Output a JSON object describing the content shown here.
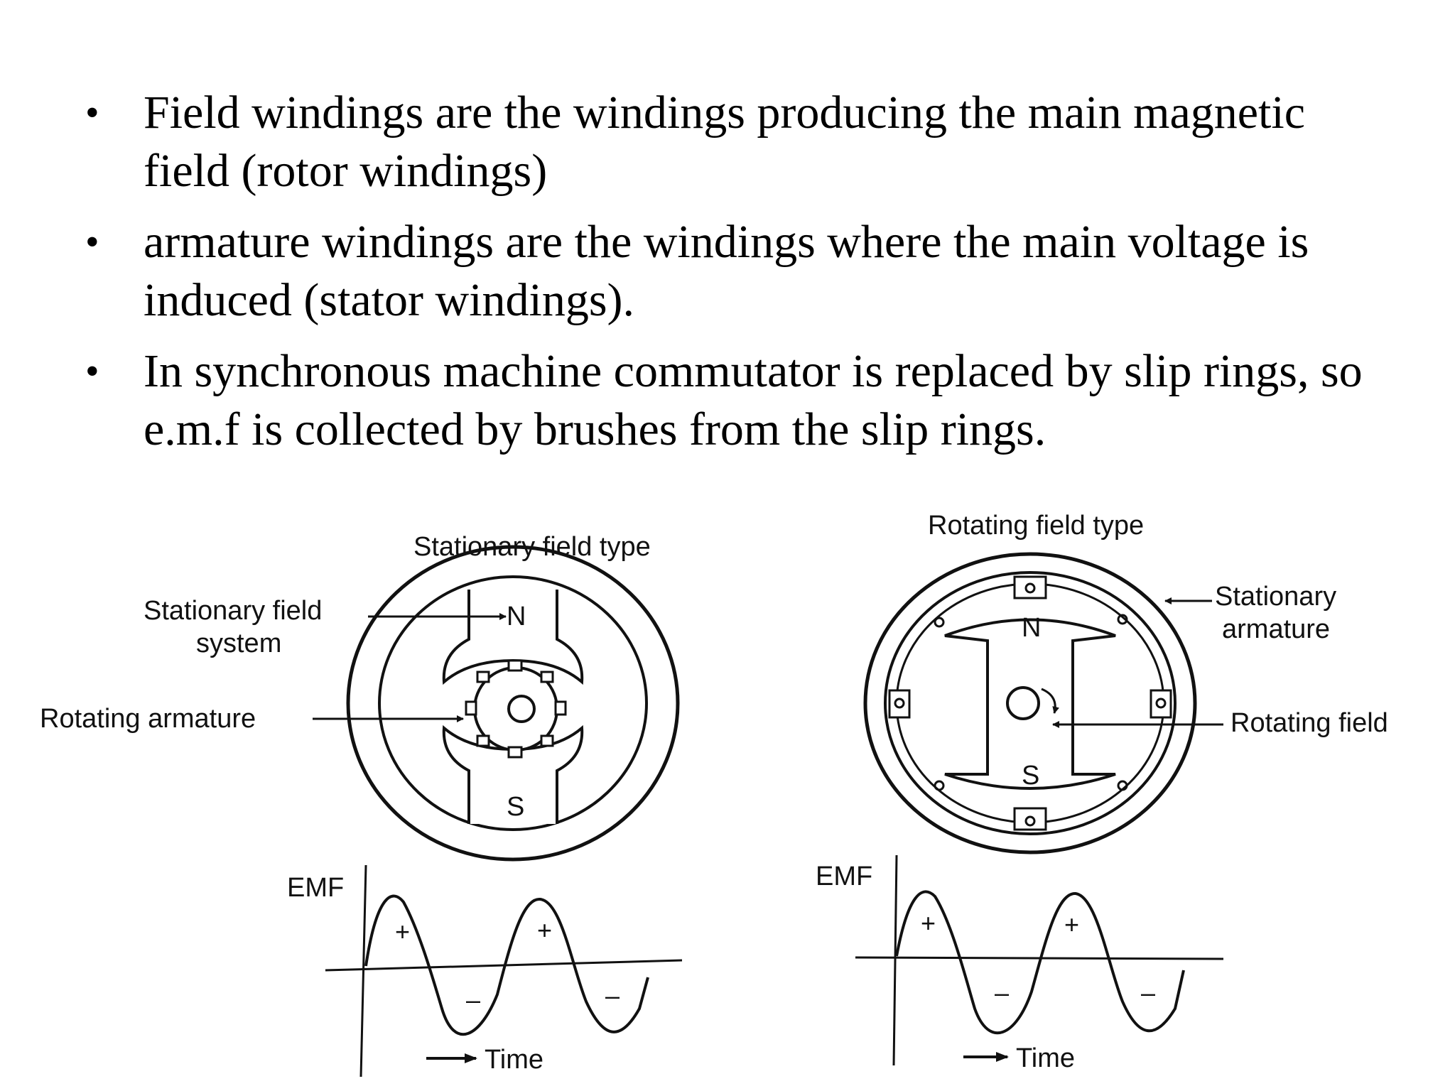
{
  "bullets": [
    " Field windings are the windings producing the main magnetic field (rotor windings)",
    " armature windings are the windings where the main voltage is induced (stator windings).",
    "In synchronous machine commutator is replaced by slip rings, so e.m.f is collected by brushes from the slip rings."
  ],
  "left_figure": {
    "title": "Stationary field type",
    "label_field_1": "Stationary field",
    "label_field_2": "system",
    "label_armature": "Rotating armature",
    "pole_n": "N",
    "pole_s": "S",
    "emf_label": "EMF",
    "time_label": "Time",
    "plus": "+",
    "minus": "–"
  },
  "right_figure": {
    "title": "Rotating field type",
    "label_armature_1": "Stationary",
    "label_armature_2": "armature",
    "label_field": "Rotating field",
    "pole_n": "N",
    "pole_s": "S",
    "emf_label": "EMF",
    "time_label": "Time",
    "plus": "+",
    "minus": "–"
  }
}
